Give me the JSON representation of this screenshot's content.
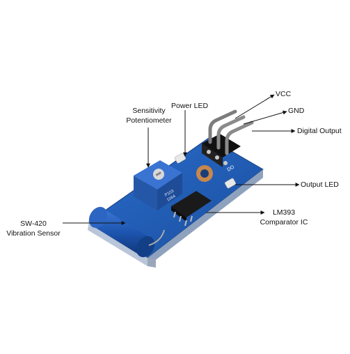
{
  "labels": {
    "sensitivity_line1": "Sensitivity",
    "sensitivity_line2": "Potentiometer",
    "power_led": "Power LED",
    "vcc": "VCC",
    "gnd": "GND",
    "digital_output": "Digital Output",
    "output_led": "Output LED",
    "lm393_line1": "LM393",
    "lm393_line2": "Comparator IC",
    "sw420_line1": "SW-420",
    "sw420_line2": "Vibration Sensor"
  },
  "board_marks": {
    "pot_top": "P103",
    "pot_bottom": "1064",
    "silk_label": "DO"
  },
  "colors": {
    "pcb": "#1f5fb8",
    "pcb_edge": "#163f7e",
    "sensor_body": "#1d55b0",
    "pot_body": "#2f66c4",
    "arrow": "#111111"
  }
}
